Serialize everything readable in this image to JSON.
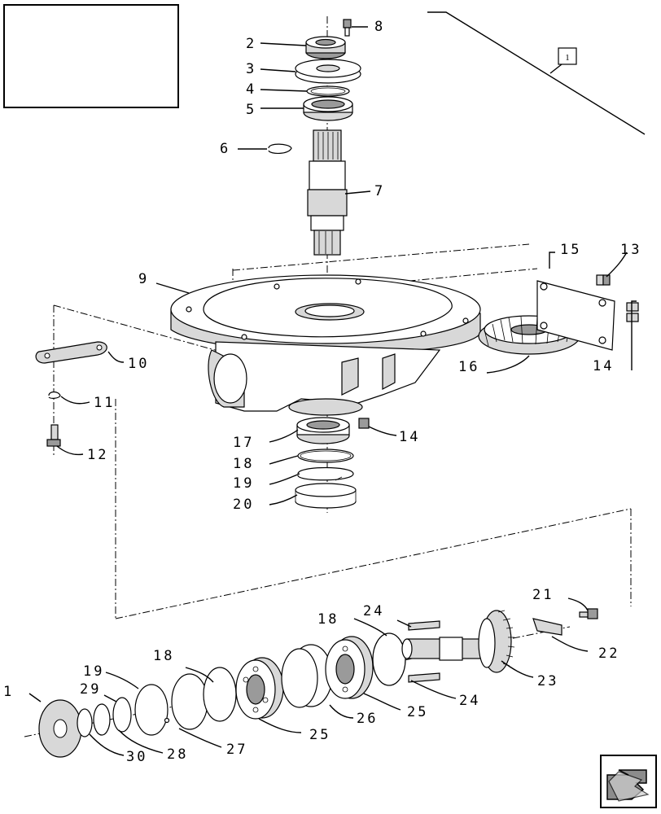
{
  "title_box": {
    "text": ""
  },
  "reference_label": "1",
  "callouts": [
    {
      "id": "c1a",
      "text": "1"
    },
    {
      "id": "c2",
      "text": "2"
    },
    {
      "id": "c3",
      "text": "3"
    },
    {
      "id": "c4",
      "text": "4"
    },
    {
      "id": "c5",
      "text": "5"
    },
    {
      "id": "c6",
      "text": "6"
    },
    {
      "id": "c7",
      "text": "7"
    },
    {
      "id": "c8",
      "text": "8"
    },
    {
      "id": "c9",
      "text": "9"
    },
    {
      "id": "c10",
      "text": "10"
    },
    {
      "id": "c11",
      "text": "11"
    },
    {
      "id": "c12",
      "text": "12"
    },
    {
      "id": "c13",
      "text": "13"
    },
    {
      "id": "c14a",
      "text": "14"
    },
    {
      "id": "c14b",
      "text": "14"
    },
    {
      "id": "c15",
      "text": "15"
    },
    {
      "id": "c16",
      "text": "16"
    },
    {
      "id": "c17",
      "text": "17"
    },
    {
      "id": "c18a",
      "text": "18"
    },
    {
      "id": "c18b",
      "text": "18"
    },
    {
      "id": "c18c",
      "text": "18"
    },
    {
      "id": "c19a",
      "text": "19"
    },
    {
      "id": "c19b",
      "text": "19"
    },
    {
      "id": "c20",
      "text": "20"
    },
    {
      "id": "c21",
      "text": "21"
    },
    {
      "id": "c22",
      "text": "22"
    },
    {
      "id": "c23",
      "text": "23"
    },
    {
      "id": "c24a",
      "text": "24"
    },
    {
      "id": "c24b",
      "text": "24"
    },
    {
      "id": "c25a",
      "text": "25"
    },
    {
      "id": "c25b",
      "text": "25"
    },
    {
      "id": "c26",
      "text": "26"
    },
    {
      "id": "c27",
      "text": "27"
    },
    {
      "id": "c28",
      "text": "28"
    },
    {
      "id": "c29",
      "text": "29"
    },
    {
      "id": "c30",
      "text": "30"
    },
    {
      "id": "c31",
      "text": "1"
    }
  ],
  "nav": {
    "icon": "next-page-arrow-icon"
  }
}
